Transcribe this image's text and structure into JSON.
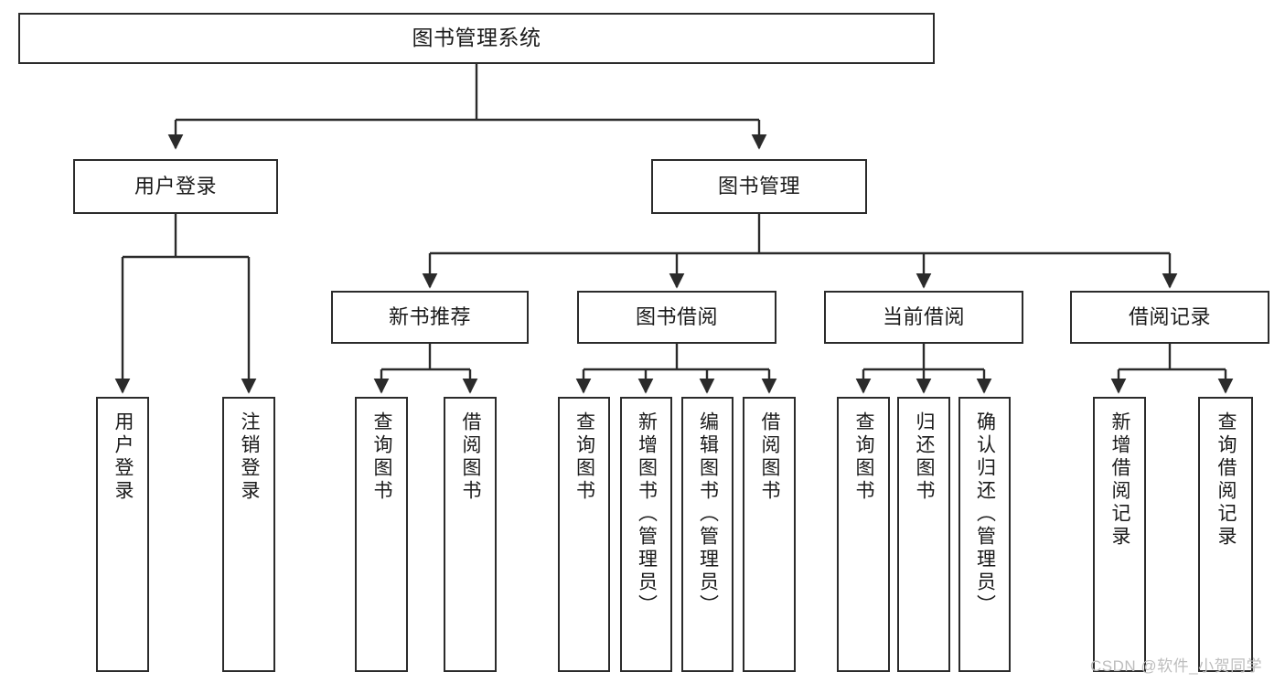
{
  "diagram": {
    "type": "hierarchy-tree",
    "title": "图书管理系统",
    "watermark": "CSDN @软件_小贺同学",
    "colors": {
      "box_border": "#2b2b2b",
      "box_fill": "#ffffff",
      "connector": "#2b2b2b",
      "text": "#1a1a1a",
      "watermark": "#bdbdbd"
    },
    "nodes": {
      "root": {
        "label": "图书管理系统"
      },
      "level1": [
        {
          "label": "用户登录"
        },
        {
          "label": "图书管理"
        }
      ],
      "level2": [
        {
          "label": "新书推荐"
        },
        {
          "label": "图书借阅"
        },
        {
          "label": "当前借阅"
        },
        {
          "label": "借阅记录"
        }
      ],
      "leaves": {
        "user_login": [
          {
            "label": "用户登录"
          },
          {
            "label": "注销登录"
          }
        ],
        "new_book_recommend": [
          {
            "label": "查询图书"
          },
          {
            "label": "借阅图书"
          }
        ],
        "book_borrow": [
          {
            "label": "查询图书"
          },
          {
            "label": "新增图书（管理员）"
          },
          {
            "label": "编辑图书（管理员）"
          },
          {
            "label": "借阅图书"
          }
        ],
        "current_borrow": [
          {
            "label": "查询图书"
          },
          {
            "label": "归还图书"
          },
          {
            "label": "确认归还（管理员）"
          }
        ],
        "borrow_record": [
          {
            "label": "新增借阅记录"
          },
          {
            "label": "查询借阅记录"
          }
        ]
      }
    }
  }
}
